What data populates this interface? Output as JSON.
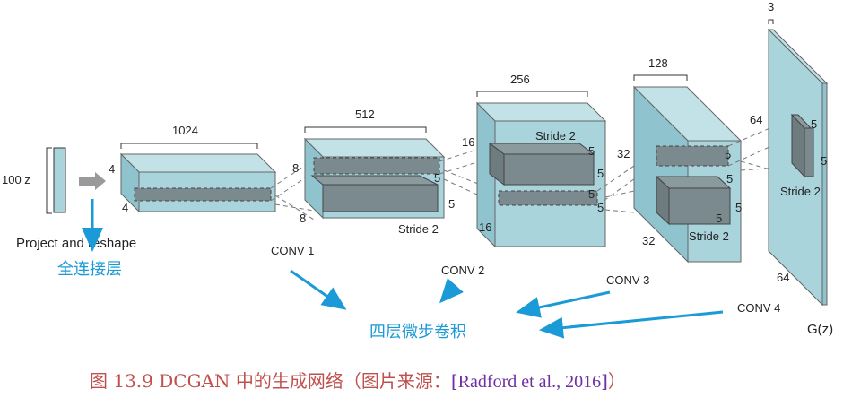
{
  "input": {
    "label": "100 z",
    "project_label": "Project and reshape"
  },
  "layers": {
    "l0": {
      "depth": "1024",
      "h": "4",
      "w": "4"
    },
    "l1": {
      "depth": "512",
      "h": "8",
      "w": "8",
      "k1": "5",
      "k2": "5",
      "stride": "Stride 2"
    },
    "l2": {
      "depth": "256",
      "h": "16",
      "w": "16",
      "k1": "5",
      "k2": "5",
      "k3": "5",
      "k4": "5",
      "stride": "Stride 2"
    },
    "l3": {
      "depth": "128",
      "h": "32",
      "w": "32",
      "k1": "5",
      "k2": "5",
      "k3": "5",
      "k4": "5",
      "stride": "Stride 2"
    },
    "out": {
      "depth": "3",
      "h": "64",
      "w": "64",
      "k1": "5",
      "k2": "5",
      "stride": "Stride 2",
      "label": "G(z)"
    }
  },
  "conv_labels": [
    "CONV 1",
    "CONV 2",
    "CONV 3",
    "CONV 4"
  ],
  "annotations": {
    "fc": "全连接层",
    "fractional": "四层微步卷积"
  },
  "caption": {
    "main": "图 13.9   DCGAN 中的生成网络（图片来源：",
    "ref": "Radford et al., 2016",
    "open_bracket": "[",
    "close_bracket": "]",
    "close": "）"
  },
  "colors": {
    "block_front": "#a9d4dc",
    "block_top": "#c3e2e8",
    "block_side": "#8fc3cd",
    "kernel": "#7b8a8e",
    "annotation": "#1a9ad6",
    "caption": "#c0504d",
    "reference": "#7030a0"
  }
}
